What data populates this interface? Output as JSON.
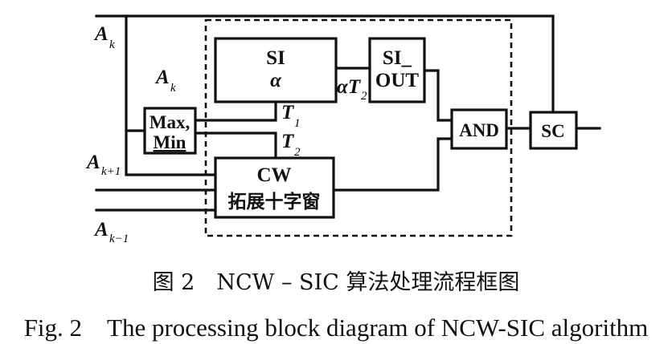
{
  "diagram": {
    "inputs": {
      "a_k_main": "A",
      "a_k_main_sub": "k",
      "a_k_inner": "A",
      "a_k_inner_sub": "k",
      "a_k_plus": "A",
      "a_k_plus_sub": "k+1",
      "a_k_minus": "A",
      "a_k_minus_sub": "k−1"
    },
    "blocks": {
      "si_line1": "SI",
      "si_line2": "α",
      "si_out_line1": "SI_",
      "si_out_line2": "OUT",
      "maxmin_line1": "Max,",
      "maxmin_line2": "Min",
      "cw_line1": "CW",
      "cw_line2": "拓展十字窗",
      "and": "AND",
      "sc": "SC"
    },
    "signals": {
      "alpha_t2": "αT",
      "alpha_t2_sub": "2",
      "t1": "T",
      "t1_sub": "1",
      "t2": "T",
      "t2_sub": "2"
    }
  },
  "caption": {
    "cn": "图 2　NCW – SIC 算法处理流程框图",
    "en": "Fig. 2　The processing block diagram of NCW-SIC algorithm"
  }
}
